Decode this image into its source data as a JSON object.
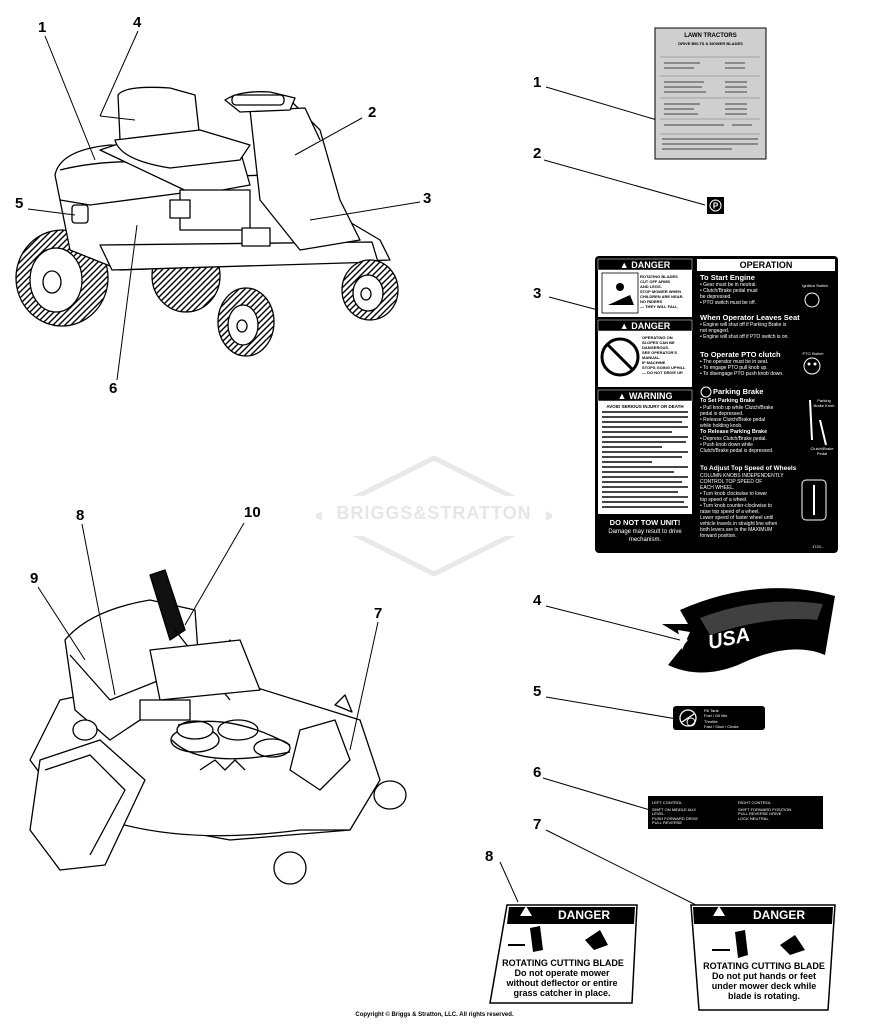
{
  "callouts": {
    "top_left": [
      "1",
      "4",
      "2",
      "5",
      "3",
      "6"
    ],
    "bottom_left": [
      "8",
      "10",
      "9",
      "7"
    ],
    "right": [
      "1",
      "2",
      "3",
      "4",
      "5",
      "6",
      "7",
      "8"
    ]
  },
  "decal1": {
    "title": "LAWN TRACTORS",
    "subtitle": "DRIVE BELTS & MOWER BLADES"
  },
  "decal3": {
    "danger1": "DANGER",
    "danger1_text": [
      "ROTATING BLADES",
      "CUT OFF ARMS",
      "AND LEGS.",
      "STOP MOWER WHEN",
      "CHILDREN ARE NEAR.",
      "NO RIDERS",
      "— THEY WILL FALL"
    ],
    "danger2": "DANGER",
    "danger2_text": [
      "OPERATING ON",
      "SLOPES CAN BE",
      "DANGEROUS.",
      "SEE OPERATOR'S",
      "MANUAL.",
      "IF MACHINE",
      "STOPS GOING UPHILL",
      "— DO NOT DRIVE UP."
    ],
    "warning": "WARNING",
    "warning_head": "AVOID SERIOUS INJURY OR DEATH",
    "notow": "DO NOT TOW UNIT!",
    "notow_sub": "Damage may result to drive mechanism.",
    "operation": "OPERATION",
    "start_engine": "To Start Engine",
    "start_lines": [
      "• Gear must be in neutral.",
      "• Clutch/Brake pedal must",
      "  be depressed.",
      "• PTO switch must be off."
    ],
    "leaves_seat": "When Operator Leaves Seat",
    "leaves_lines": [
      "• Engine will shut off if Parking Brake is",
      "  not engaged.",
      "• Engine will shut off if PTO switch is on."
    ],
    "pto": "To Operate PTO clutch",
    "pto_lines": [
      "• The operator must be in seat.",
      "• To engage PTO pull knob up.",
      "• To disengage PTO push knob down."
    ],
    "parking": "Parking Brake",
    "set_brake": "To Set Parking Brake",
    "set_lines": [
      "• Pull knob up while Clutch/Brake",
      "  pedal is depressed.",
      "• Release Clutch/Brake pedal",
      "  while holding knob."
    ],
    "release_brake": "To Release Parking Brake",
    "release_lines": [
      "• Depress Clutch/Brake pedal.",
      "• Push knob down while",
      "  Clutch/Brake pedal is depressed."
    ],
    "adjust": "To Adjust Top Speed of Wheels",
    "adjust_lines": [
      "COLUMN KNOBS INDEPENDENTLY",
      "CONTROL TOP SPEED OF",
      "EACH WHEEL.",
      "• Turn knob clockwise to lower",
      "  top speed of a wheel.",
      "• Turn knob counter-clockwise to",
      "  raise top speed of a wheel.",
      "Lower speed of faster wheel until",
      "vehicle travels in straight line when",
      "both levers are in the MAXIMUM",
      "forward position."
    ],
    "ignition": "Ignition Switch",
    "pto_switch": "PTO Switch",
    "brake_knob": "Parking Brake Knob",
    "clutch_pedal": "Clutch/Brake Pedal",
    "part_no": "1724..."
  },
  "decal4": {
    "text": "USA"
  },
  "decal5": {
    "lines": [
      "Fill Tank",
      "Fuel / Oil Mix",
      "Throttle",
      "Fast / Slow / Choke"
    ]
  },
  "decal6": {
    "col1": [
      "LEFT CONTROL",
      "SHIFT ON MIDDLE AUX",
      "LEVEL",
      "PUSH FORWARD DRIVE",
      "PULL REVERSE"
    ],
    "col2": [
      "RIGHT CONTROL",
      "SHIFT FORWARD POSITION",
      "PULL REVERSE DRIVE",
      "LOCK NEUTRAL"
    ]
  },
  "decal7": {
    "header": "DANGER",
    "title": "ROTATING CUTTING BLADE",
    "lines": [
      "Do not put hands or feet",
      "under mower deck while",
      "blade is rotating."
    ]
  },
  "decal8": {
    "header": "DANGER",
    "title": "ROTATING CUTTING BLADE",
    "lines": [
      "Do not operate mower",
      "without deflector or entire",
      "grass catcher in place."
    ]
  },
  "watermark": "BRIGGS&STRATTON",
  "copyright": "Copyright © Briggs & Stratton, LLC. All rights reserved."
}
